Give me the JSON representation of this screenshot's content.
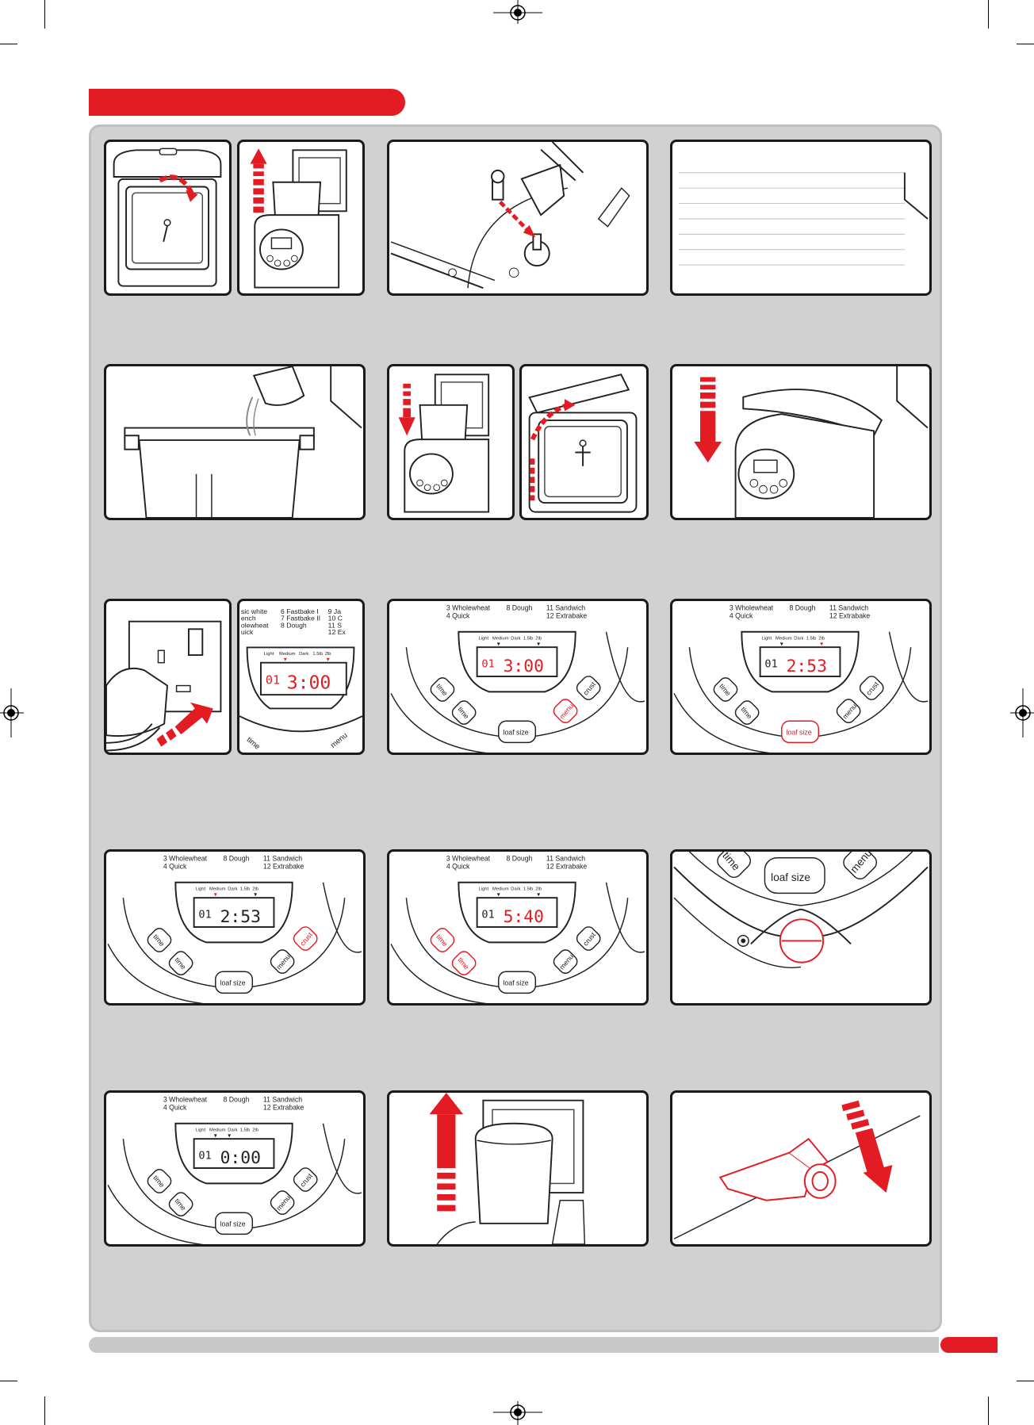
{
  "colors": {
    "accent": "#e31c23",
    "panel": "#d1d1d1",
    "frame": "#1a1a1a"
  },
  "menu_a": {
    "row1": [
      "3 Wholewheat",
      "8 Dough",
      "11 Sandwich"
    ],
    "row2": [
      "4 Quick",
      "12 Extrabake"
    ]
  },
  "menu_b": {
    "col1": [
      "sic white",
      "ench",
      "olewheat",
      "uick"
    ],
    "col2": [
      "6 Fastbake I",
      "7 Fastbake II",
      "8 Dough"
    ],
    "col3": [
      "9 Ja",
      "10 C",
      "11 S",
      "12 Ex"
    ]
  },
  "lcd_labels": {
    "light": "Light",
    "medium": "Medium",
    "dark": "Dark",
    "s1": "1.5lb",
    "s2": "2lb"
  },
  "buttons": {
    "time": "time",
    "loaf_size": "loaf size",
    "menu": "menu",
    "crust": "crust"
  },
  "displays": {
    "p7": {
      "prog": "01",
      "time": "3:00"
    },
    "p8": {
      "prog": "01",
      "time": "3:00"
    },
    "p9": {
      "prog": "01",
      "time": "2:53"
    },
    "p10": {
      "prog": "01",
      "time": "2:53"
    },
    "p11": {
      "prog": "01",
      "time": "5:40"
    },
    "p13": {
      "prog": "01",
      "time": "0:00"
    }
  }
}
